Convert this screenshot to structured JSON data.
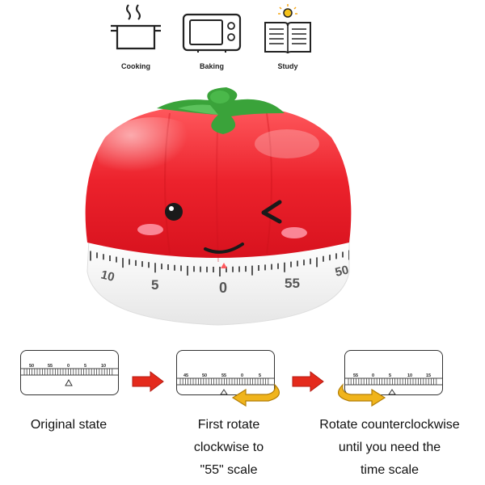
{
  "icons": [
    {
      "name": "cooking-pot-icon",
      "label": "Cooking"
    },
    {
      "name": "microwave-oven-icon",
      "label": "Baking"
    },
    {
      "name": "open-book-icon",
      "label": "Study"
    }
  ],
  "timer": {
    "dial_labels": [
      "10",
      "5",
      "0",
      "55",
      "50"
    ]
  },
  "steps": [
    {
      "caption": "Original state",
      "scale": [
        "50",
        "55",
        "0",
        "5",
        "10"
      ]
    },
    {
      "caption_lines": [
        "First rotate",
        "clockwise to",
        "\"55\" scale"
      ],
      "scale": [
        "45",
        "50",
        "55",
        "0",
        "5"
      ]
    },
    {
      "caption_lines": [
        "Rotate counterclockwise",
        "until you need the",
        "time scale"
      ],
      "scale": [
        "55",
        "0",
        "5",
        "10",
        "15"
      ]
    }
  ],
  "colors": {
    "tomato_red": "#e8232d",
    "leaf_green": "#3aa33a",
    "arrow_red": "#e42a1c",
    "arrow_gold": "#f0b41c"
  }
}
